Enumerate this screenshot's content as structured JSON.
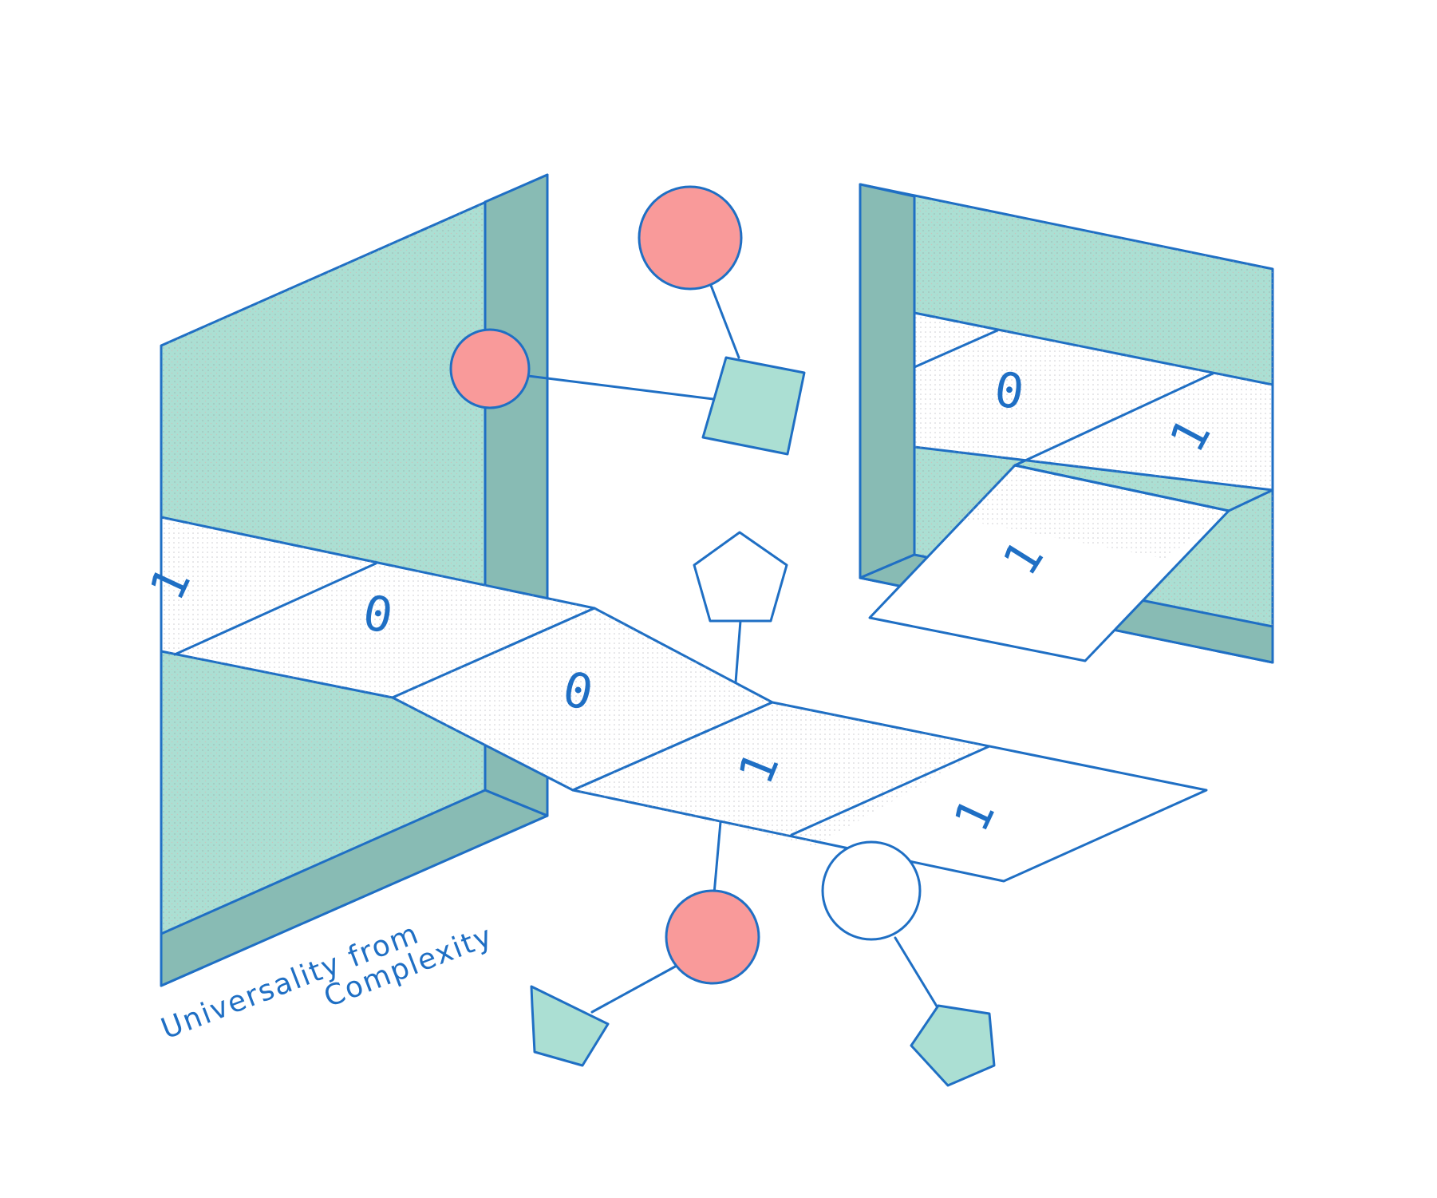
{
  "colors": {
    "stroke": "#1f6fc4",
    "wall_light": "#abdfd3",
    "wall_dark": "#88bbb4",
    "node_red": "#f99a9a",
    "node_teal": "#abdfd3",
    "tape": "#ffffff"
  },
  "caption": {
    "line1": "Universality from",
    "line2": "Complexity"
  },
  "main_tape_digits": [
    "1",
    "0",
    "0",
    "1",
    "1"
  ],
  "right_tape_digits": [
    "0",
    "1",
    "1"
  ]
}
